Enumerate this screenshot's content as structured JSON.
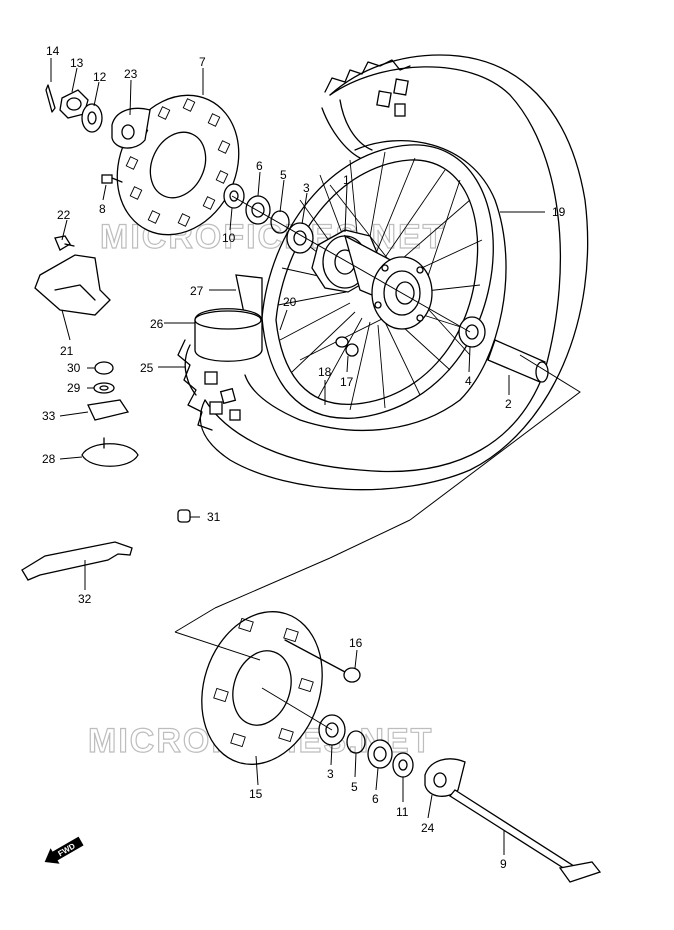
{
  "watermarks": [
    "MICROFICHES.NET",
    "MICROFICHES.NET"
  ],
  "direction_arrow": "FWD",
  "parts": [
    {
      "id": "p1",
      "label": "1"
    },
    {
      "id": "p2",
      "label": "2"
    },
    {
      "id": "p3a",
      "label": "3"
    },
    {
      "id": "p3b",
      "label": "3"
    },
    {
      "id": "p4",
      "label": "4"
    },
    {
      "id": "p5a",
      "label": "5"
    },
    {
      "id": "p5b",
      "label": "5"
    },
    {
      "id": "p6a",
      "label": "6"
    },
    {
      "id": "p6b",
      "label": "6"
    },
    {
      "id": "p7",
      "label": "7"
    },
    {
      "id": "p8",
      "label": "8"
    },
    {
      "id": "p9",
      "label": "9"
    },
    {
      "id": "p10",
      "label": "10"
    },
    {
      "id": "p11",
      "label": "11"
    },
    {
      "id": "p12",
      "label": "12"
    },
    {
      "id": "p13",
      "label": "13"
    },
    {
      "id": "p14",
      "label": "14"
    },
    {
      "id": "p15",
      "label": "15"
    },
    {
      "id": "p16",
      "label": "16"
    },
    {
      "id": "p17",
      "label": "17"
    },
    {
      "id": "p18",
      "label": "18"
    },
    {
      "id": "p19",
      "label": "19"
    },
    {
      "id": "p20",
      "label": "20"
    },
    {
      "id": "p21",
      "label": "21"
    },
    {
      "id": "p22",
      "label": "22"
    },
    {
      "id": "p23",
      "label": "23"
    },
    {
      "id": "p24",
      "label": "24"
    },
    {
      "id": "p25",
      "label": "25"
    },
    {
      "id": "p26",
      "label": "26"
    },
    {
      "id": "p27",
      "label": "27"
    },
    {
      "id": "p28",
      "label": "28"
    },
    {
      "id": "p29",
      "label": "29"
    },
    {
      "id": "p30",
      "label": "30"
    },
    {
      "id": "p31",
      "label": "31"
    },
    {
      "id": "p32",
      "label": "32"
    },
    {
      "id": "p33",
      "label": "33"
    }
  ]
}
